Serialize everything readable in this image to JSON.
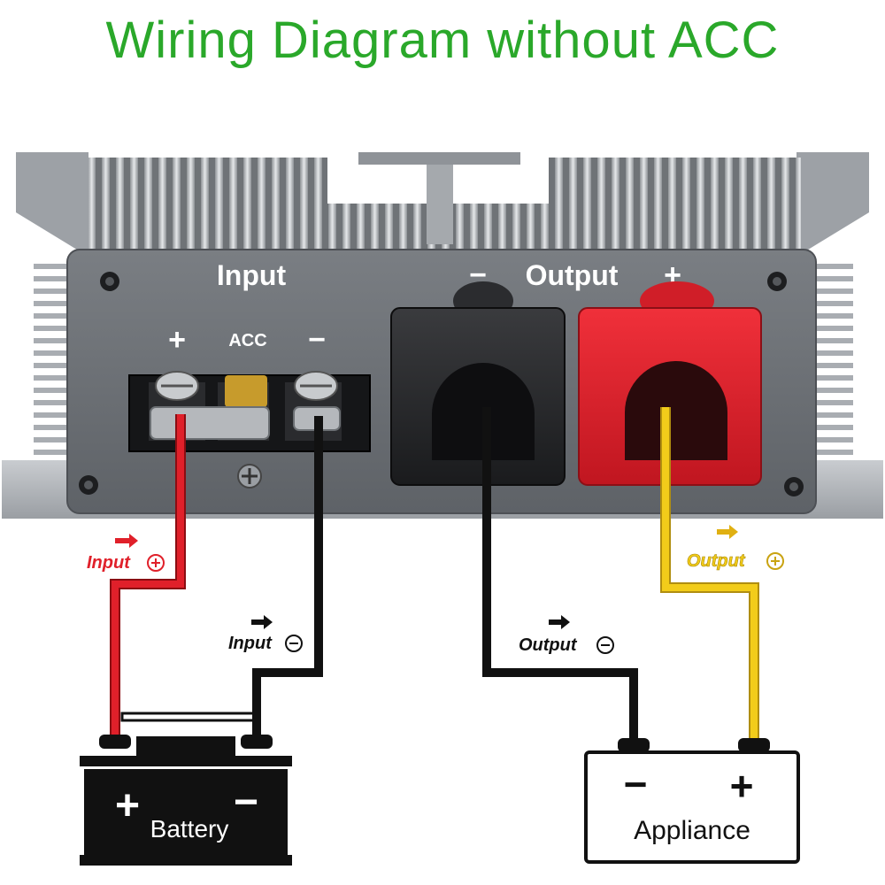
{
  "title": "Wiring Diagram without ACC",
  "panel": {
    "input_label": "Input",
    "input_plus": "+",
    "acc_label": "ACC",
    "input_minus": "−",
    "output_minus": "−",
    "output_label": "Output",
    "output_plus": "+"
  },
  "wires": {
    "input_pos": "Input",
    "input_neg": "Input",
    "output_neg": "Output",
    "output_pos": "Output"
  },
  "battery": {
    "label": "Battery",
    "plus": "+",
    "minus": "−"
  },
  "appliance": {
    "label": "Appliance",
    "minus": "−",
    "plus": "+"
  },
  "colors": {
    "title": "#2aa82a",
    "red_wire": "#e0202a",
    "black_wire": "#111111",
    "yellow_wire": "#f2cc1a",
    "panel": "#6e7277",
    "fins": "#b9bcc0"
  }
}
